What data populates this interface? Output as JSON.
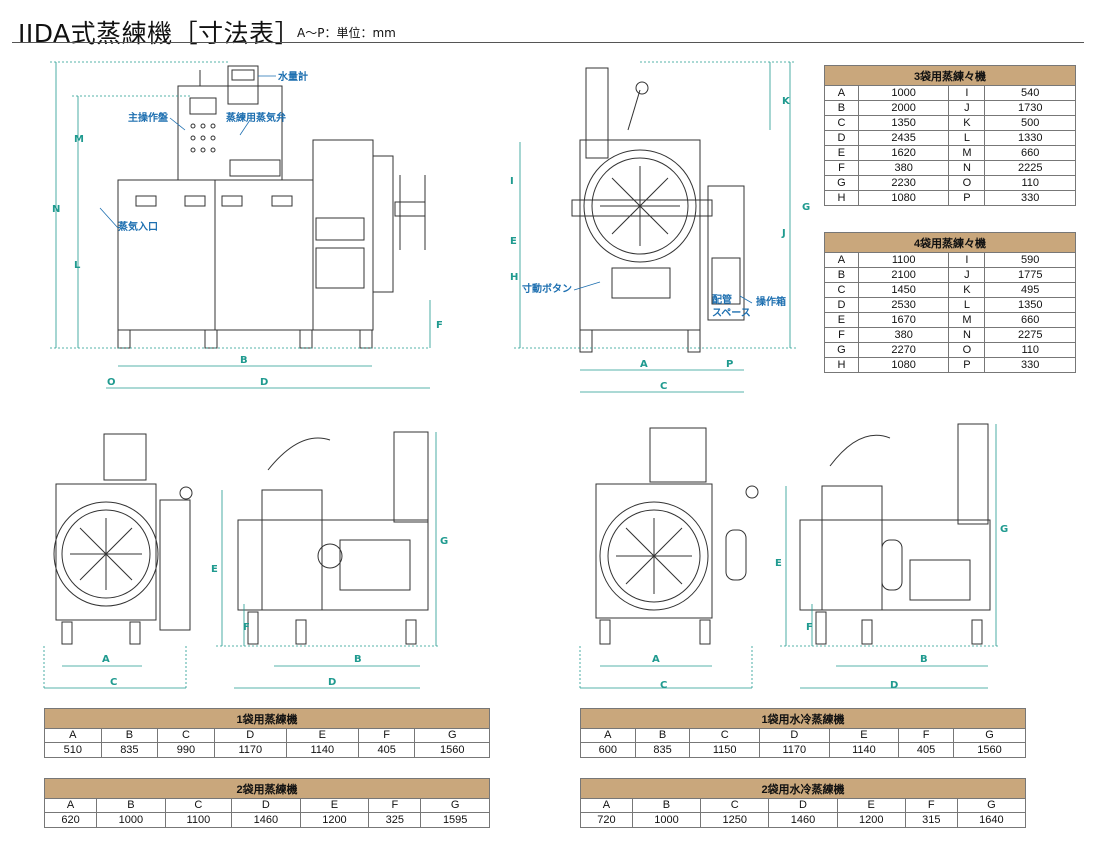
{
  "header": {
    "title": "IIDA式蒸練機［寸法表］",
    "subtitle": "A〜P：単位：mm"
  },
  "callouts": {
    "water_meter": "水量計",
    "main_panel": "主操作盤",
    "steam_valve": "蒸練用蒸気弁",
    "steam_inlet": "蒸気入口",
    "inch_button": "寸動ボタン",
    "pipe_space_1": "配管",
    "pipe_space_2": "スペース",
    "op_box": "操作箱"
  },
  "dims": {
    "A": "A",
    "B": "B",
    "C": "C",
    "D": "D",
    "E": "E",
    "F": "F",
    "G": "G",
    "H": "H",
    "I": "I",
    "J": "J",
    "K": "K",
    "L": "L",
    "M": "M",
    "N": "N",
    "O": "O",
    "P": "P"
  },
  "table3": {
    "caption": "3袋用蒸練々機",
    "rows": [
      [
        "A",
        "1000",
        "I",
        "540"
      ],
      [
        "B",
        "2000",
        "J",
        "1730"
      ],
      [
        "C",
        "1350",
        "K",
        "500"
      ],
      [
        "D",
        "2435",
        "L",
        "1330"
      ],
      [
        "E",
        "1620",
        "M",
        "660"
      ],
      [
        "F",
        "380",
        "N",
        "2225"
      ],
      [
        "G",
        "2230",
        "O",
        "110"
      ],
      [
        "H",
        "1080",
        "P",
        "330"
      ]
    ]
  },
  "table4": {
    "caption": "4袋用蒸練々機",
    "rows": [
      [
        "A",
        "1100",
        "I",
        "590"
      ],
      [
        "B",
        "2100",
        "J",
        "1775"
      ],
      [
        "C",
        "1450",
        "K",
        "495"
      ],
      [
        "D",
        "2530",
        "L",
        "1350"
      ],
      [
        "E",
        "1670",
        "M",
        "660"
      ],
      [
        "F",
        "380",
        "N",
        "2275"
      ],
      [
        "G",
        "2270",
        "O",
        "110"
      ],
      [
        "H",
        "1080",
        "P",
        "330"
      ]
    ]
  },
  "table_1bag": {
    "caption": "1袋用蒸練機",
    "headers": [
      "A",
      "B",
      "C",
      "D",
      "E",
      "F",
      "G"
    ],
    "values": [
      "510",
      "835",
      "990",
      "1170",
      "1140",
      "405",
      "1560"
    ]
  },
  "table_2bag": {
    "caption": "2袋用蒸練機",
    "headers": [
      "A",
      "B",
      "C",
      "D",
      "E",
      "F",
      "G"
    ],
    "values": [
      "620",
      "1000",
      "1100",
      "1460",
      "1200",
      "325",
      "1595"
    ]
  },
  "table_1bag_wc": {
    "caption": "1袋用水冷蒸練機",
    "headers": [
      "A",
      "B",
      "C",
      "D",
      "E",
      "F",
      "G"
    ],
    "values": [
      "600",
      "835",
      "1150",
      "1170",
      "1140",
      "405",
      "1560"
    ]
  },
  "table_2bag_wc": {
    "caption": "2袋用水冷蒸練機",
    "headers": [
      "A",
      "B",
      "C",
      "D",
      "E",
      "F",
      "G"
    ],
    "values": [
      "720",
      "1000",
      "1250",
      "1460",
      "1200",
      "315",
      "1640"
    ]
  }
}
